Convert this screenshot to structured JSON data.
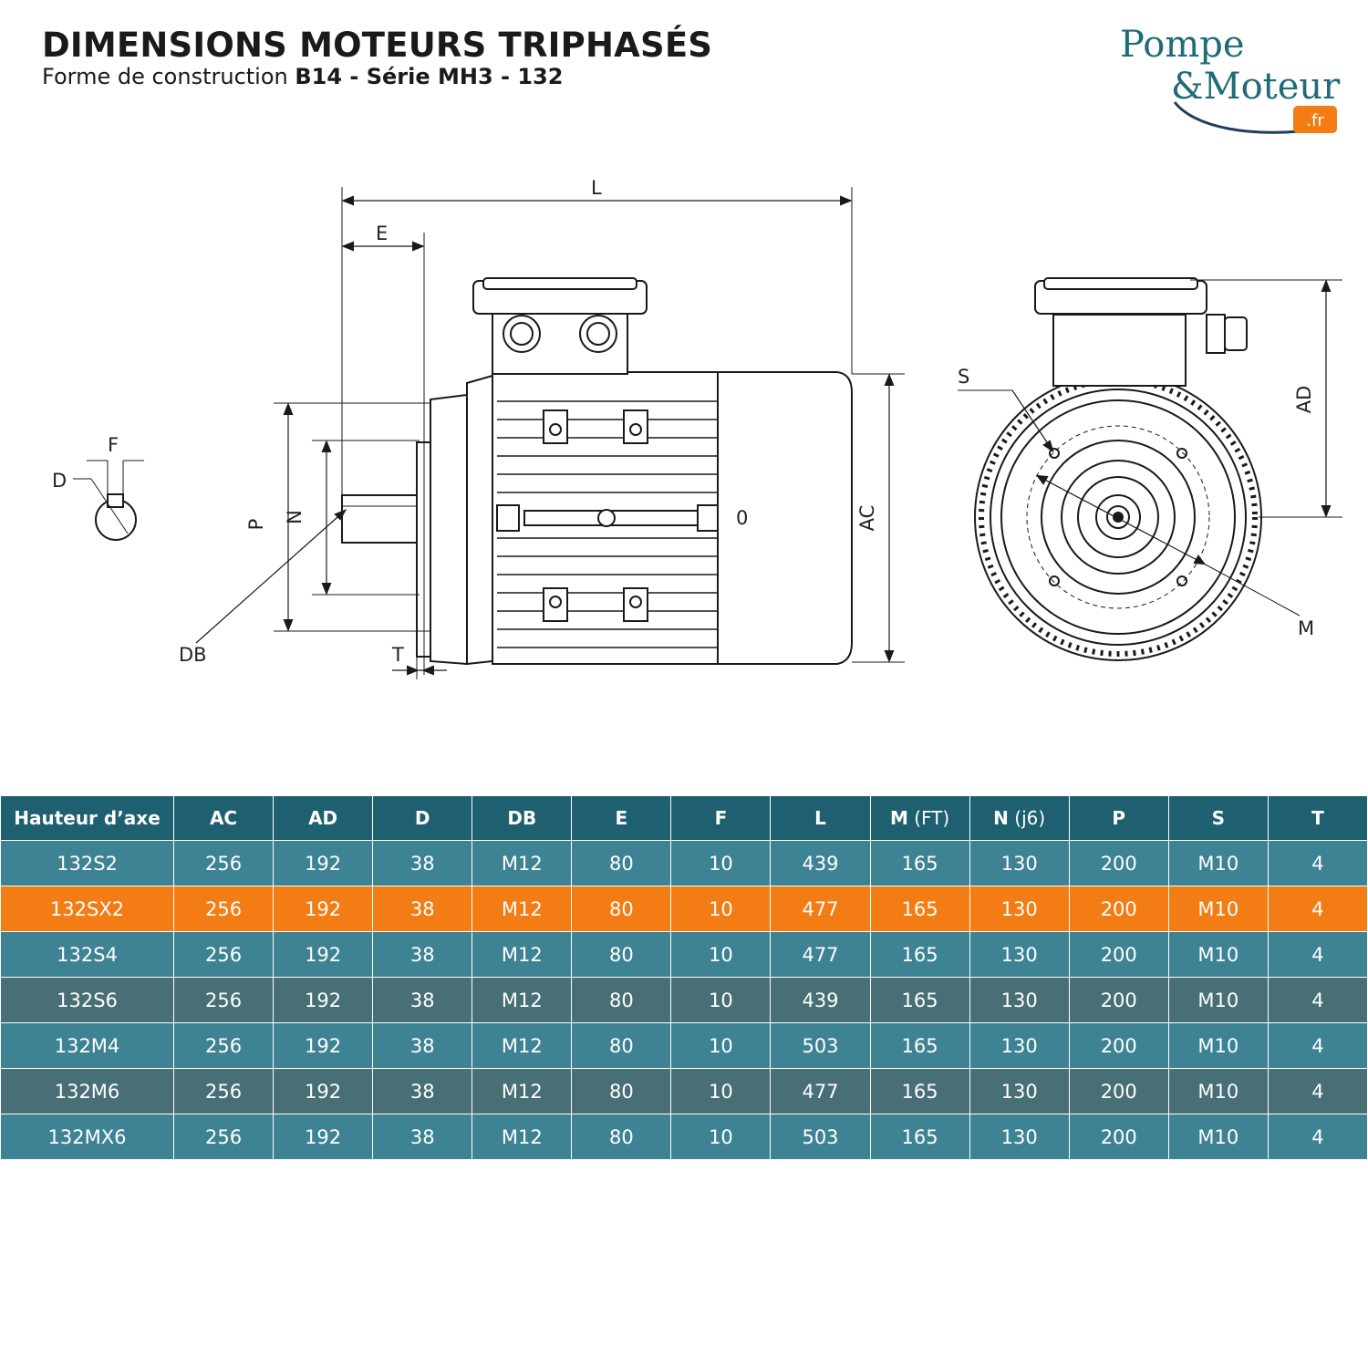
{
  "header": {
    "title": "DIMENSIONS MOTEURS TRIPHASÉS",
    "subtitle_prefix": "Forme de construction ",
    "subtitle_bold": "B14 - Série MH3 - 132"
  },
  "logo": {
    "line1": "Pompe",
    "line2": "&Moteur",
    "badge": ".fr",
    "colors": {
      "teal": "#1f6b78",
      "navy": "#1d3e5c",
      "orange": "#f47c14"
    }
  },
  "drawing_labels": {
    "L": "L",
    "E": "E",
    "F": "F",
    "D": "D",
    "P": "P",
    "N": "N",
    "DB": "DB",
    "T": "T",
    "AC": "AC",
    "AD": "AD",
    "S": "S",
    "M": "M",
    "zero": "0"
  },
  "table": {
    "headers": [
      {
        "main": "Hauteur d’axe",
        "unit": ""
      },
      {
        "main": "AC",
        "unit": ""
      },
      {
        "main": "AD",
        "unit": ""
      },
      {
        "main": "D",
        "unit": ""
      },
      {
        "main": "DB",
        "unit": ""
      },
      {
        "main": "E",
        "unit": ""
      },
      {
        "main": "F",
        "unit": ""
      },
      {
        "main": "L",
        "unit": ""
      },
      {
        "main": "M",
        "unit": " (FT)"
      },
      {
        "main": "N",
        "unit": " (j6)"
      },
      {
        "main": "P",
        "unit": ""
      },
      {
        "main": "S",
        "unit": ""
      },
      {
        "main": "T",
        "unit": ""
      }
    ],
    "rows": [
      [
        "132S2",
        "256",
        "192",
        "38",
        "M12",
        "80",
        "10",
        "439",
        "165",
        "130",
        "200",
        "M10",
        "4"
      ],
      [
        "132SX2",
        "256",
        "192",
        "38",
        "M12",
        "80",
        "10",
        "477",
        "165",
        "130",
        "200",
        "M10",
        "4"
      ],
      [
        "132S4",
        "256",
        "192",
        "38",
        "M12",
        "80",
        "10",
        "477",
        "165",
        "130",
        "200",
        "M10",
        "4"
      ],
      [
        "132S6",
        "256",
        "192",
        "38",
        "M12",
        "80",
        "10",
        "439",
        "165",
        "130",
        "200",
        "M10",
        "4"
      ],
      [
        "132M4",
        "256",
        "192",
        "38",
        "M12",
        "80",
        "10",
        "503",
        "165",
        "130",
        "200",
        "M10",
        "4"
      ],
      [
        "132M6",
        "256",
        "192",
        "38",
        "M12",
        "80",
        "10",
        "477",
        "165",
        "130",
        "200",
        "M10",
        "4"
      ],
      [
        "132MX6",
        "256",
        "192",
        "38",
        "M12",
        "80",
        "10",
        "503",
        "165",
        "130",
        "200",
        "M10",
        "4"
      ]
    ],
    "highlighted_row": 1,
    "colors": {
      "header": "#1e5f70",
      "row_a": "#3e8394",
      "row_b": "#486f75",
      "highlight": "#f47c14"
    }
  }
}
